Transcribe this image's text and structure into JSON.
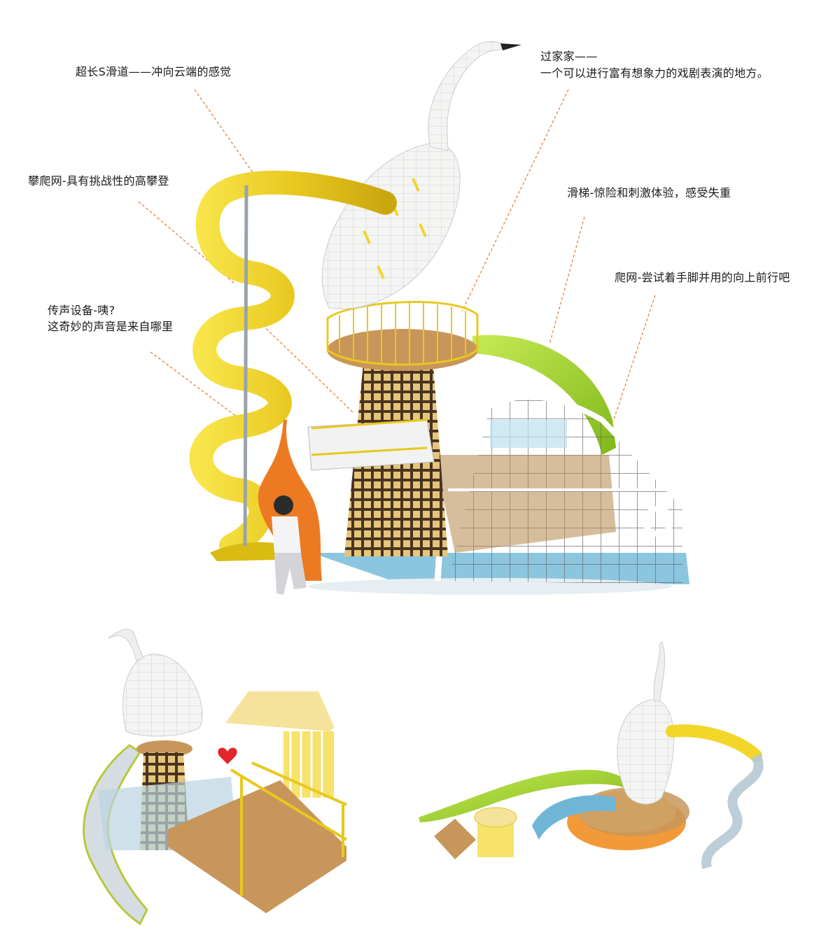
{
  "annotations": {
    "slide_s": "超长S滑道——冲向云端的感觉",
    "climb_net": "攀爬网-具有挑战性的高攀登",
    "sound_line1": "传声设备-咦?",
    "sound_line2": "这奇妙的声音是来自哪里",
    "house_line1": "过家家——",
    "house_line2": "一个可以进行富有想象力的戏剧表演的地方。",
    "slide": "滑梯-惊险和刺激体验，感受失重",
    "crawl_net": "爬网-尝试着手脚并用的向上前行吧"
  },
  "colors": {
    "leader_line": "#e8803a",
    "slide_yellow": "#f2d62a",
    "slide_green": "#9fd12c",
    "heron_white": "#f3f3f0",
    "tower_brown": "#6b4a2a",
    "railing_yellow": "#e9c81f",
    "deck_wood": "#c8965a",
    "floor_blue": "#6fb6d6",
    "orange": "#ec7a22"
  }
}
